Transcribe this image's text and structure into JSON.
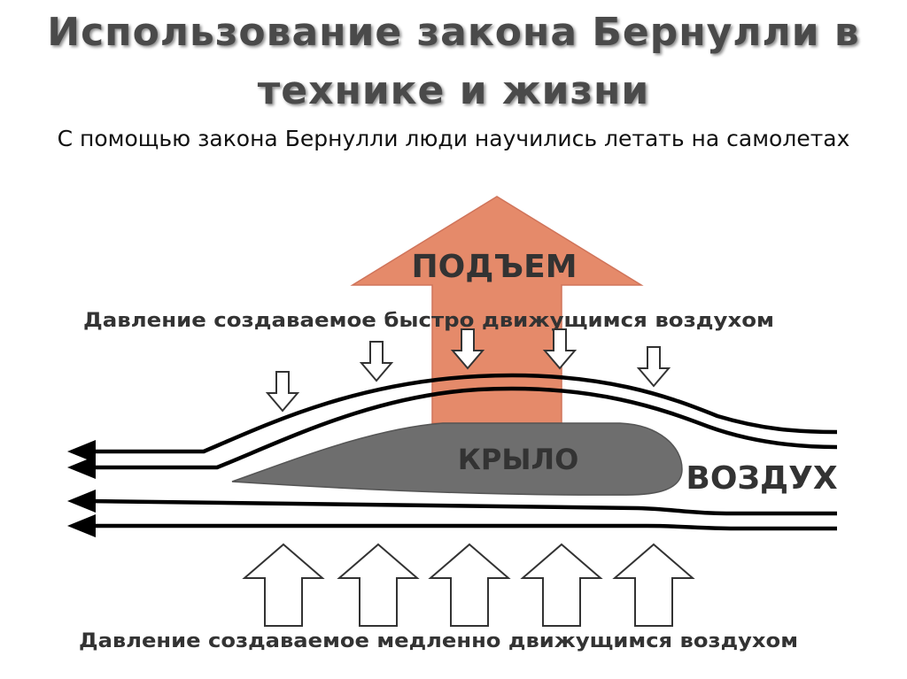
{
  "slide": {
    "title": "Использование закона Бернулли в технике и жизни",
    "subtitle": "С помощью закона Бернулли люди научились летать на самолетах"
  },
  "diagram": {
    "lift_label": "ПОДЪЕМ",
    "wing_label": "КРЫЛО",
    "air_label": "ВОЗДУХ",
    "top_pressure_label": "Давление создаваемое быстро движущимся воздухом",
    "bottom_pressure_label": "Давление создаваемое медленно движущимся воздухом"
  },
  "colors": {
    "lift_arrow": "#e58a6a",
    "wing": "#6e6e6e",
    "streamline": "#000000",
    "label": "#333333",
    "title": "#4a4a4a"
  },
  "icons": {
    "small_pressure_arrows": "down-arrow-outline-icon",
    "large_pressure_arrows": "up-arrow-outline-icon",
    "flow_arrowheads": "arrow-left-icon"
  }
}
